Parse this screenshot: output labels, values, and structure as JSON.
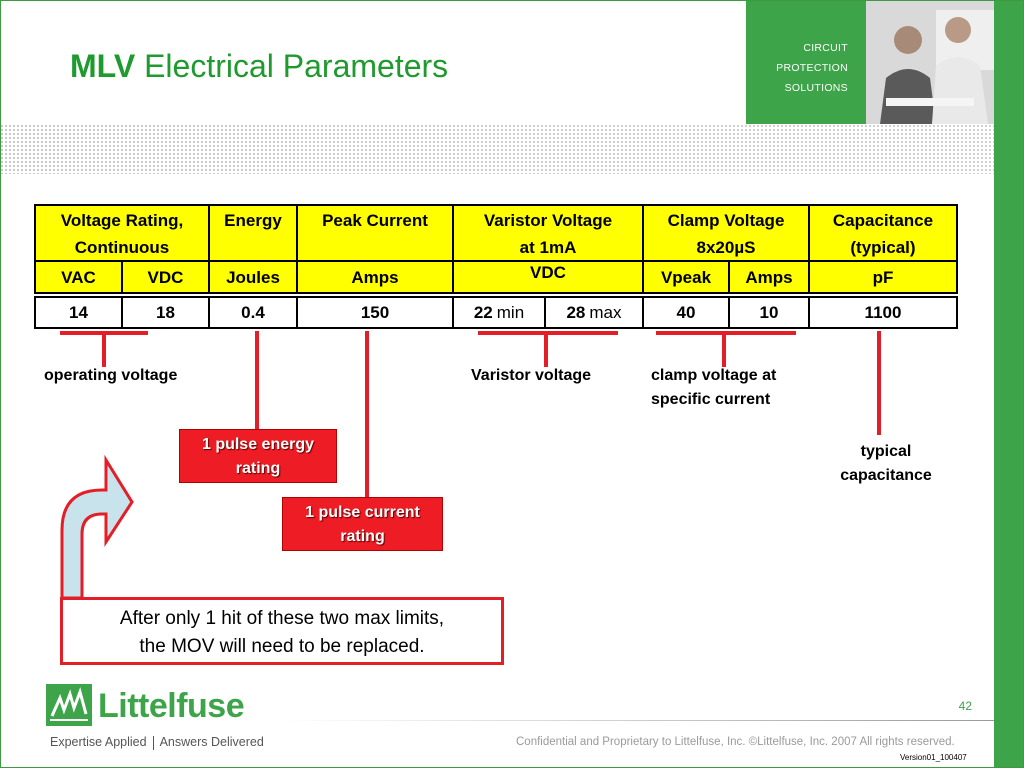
{
  "header": {
    "title_bold": "MLV",
    "title_rest": " Electrical Parameters",
    "tag_lines": [
      "CIRCUIT",
      "PROTECTION",
      "SOLUTIONS"
    ]
  },
  "table": {
    "headers": [
      {
        "line1": "Voltage Rating,",
        "line2": "Continuous"
      },
      {
        "line1": "Energy",
        "line2": ""
      },
      {
        "line1": "Peak Current",
        "line2": ""
      },
      {
        "line1": "Varistor Voltage",
        "line2": "at 1mA"
      },
      {
        "line1": "Clamp Voltage",
        "line2": "8x20µS"
      },
      {
        "line1": "Capacitance",
        "line2": "(typical)"
      }
    ],
    "units": [
      "VAC",
      "VDC",
      "Joules",
      "Amps",
      "VDC",
      "Vpeak",
      "Amps",
      "pF"
    ],
    "values": [
      {
        "bold": "14",
        "norm": ""
      },
      {
        "bold": "18",
        "norm": ""
      },
      {
        "bold": "0.4",
        "norm": ""
      },
      {
        "bold": "150",
        "norm": ""
      },
      {
        "bold": "22",
        "norm": "min"
      },
      {
        "bold": "28",
        "norm": "max"
      },
      {
        "bold": "40",
        "norm": ""
      },
      {
        "bold": "10",
        "norm": ""
      },
      {
        "bold": "1100",
        "norm": ""
      }
    ]
  },
  "annotations": {
    "operating": "operating voltage",
    "varistor": "Varistor voltage",
    "clamp_line1": "clamp voltage at",
    "clamp_line2": "specific current",
    "typical_line1": "typical",
    "typical_line2": "capacitance",
    "energy_box_line1": "1 pulse energy",
    "energy_box_line2": "rating",
    "current_box_line1": "1 pulse current",
    "current_box_line2": "rating",
    "note_line1": "After only 1 hit of these two max limits,",
    "note_line2": "the MOV will need to be replaced."
  },
  "footer": {
    "logo_word": "Littelfuse",
    "tagline_left": "Expertise Applied",
    "tagline_right": "Answers Delivered",
    "page_number": "42",
    "confidential": "Confidential and Proprietary to Littelfuse, Inc.  ©Littelfuse, Inc. 2007 All rights reserved.",
    "version": "Version01_100407"
  },
  "colors": {
    "brand_green": "#3ea44a",
    "title_green": "#1f9a2f",
    "header_yellow": "#ffff00",
    "annotation_red": "#e41e26"
  }
}
